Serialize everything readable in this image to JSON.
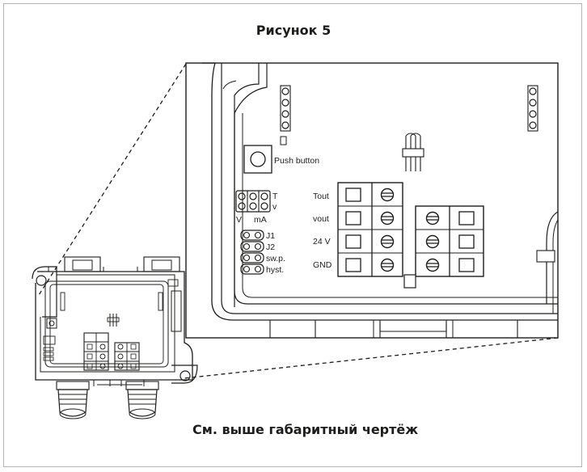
{
  "figure": {
    "title": "Рисунок 5",
    "caption": "См. выше габаритный чертёж"
  },
  "detail": {
    "push_button_label": "Push button",
    "jumper_block_1": {
      "row_labels": [
        "T",
        "v"
      ],
      "column_labels": [
        "V",
        "mA"
      ]
    },
    "jumper_block_2": {
      "labels": [
        "J1",
        "J2",
        "sw.p.",
        "hyst."
      ]
    },
    "terminal_labels": [
      "Tout",
      "vout",
      "24 V",
      "GND"
    ]
  }
}
